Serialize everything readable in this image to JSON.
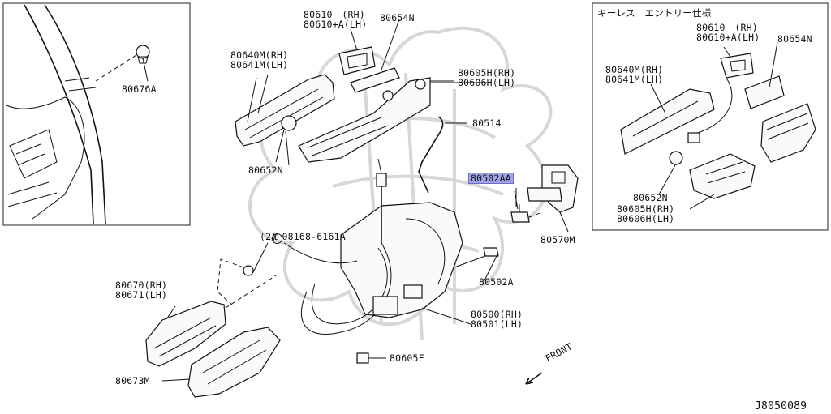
{
  "diagram_id": "J8050089",
  "inset_left_labels": {
    "p80676A": "80676A"
  },
  "inset_right": {
    "title": "キーレス　エントリー仕様",
    "p80610": "80610　(RH)",
    "p80610A": "80610+A(LH)",
    "p80654N": "80654N",
    "p80640M": "80640M(RH)",
    "p80641M": "80641M(LH)",
    "p80652N": "80652N",
    "p80605H": "80605H(RH)",
    "p80606H": "80606H(LH)"
  },
  "main": {
    "p80610": "80610　(RH)",
    "p80610A": "80610+A(LH)",
    "p80654N": "80654N",
    "p80640M": "80640M(RH)",
    "p80641M": "80641M(LH)",
    "p80605H": "80605H(RH)",
    "p80606H": "80606H(LH)",
    "p80514": "80514",
    "p80652N": "80652N",
    "p80502AA": "80502AA",
    "p80570M": "80570M",
    "bolt": "08168-6161A",
    "bolt_symbol": "B",
    "bolt_qty": "(2)",
    "p80502A": "80502A",
    "p80670": "80670(RH)",
    "p80671": "80671(LH)",
    "p80500": "80500(RH)",
    "p80501": "80501(LH)",
    "p80605F": "80605F",
    "p80673M": "80673M",
    "front": "FRONT"
  },
  "colors": {
    "highlight": "#9fa3e6",
    "line": "#111111",
    "watermark": "#d7d7d7"
  }
}
